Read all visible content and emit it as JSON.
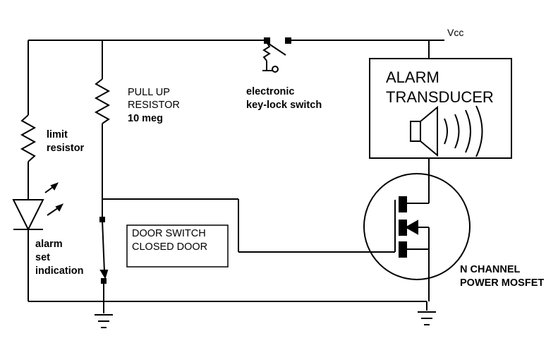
{
  "labels": {
    "vcc": "Vcc",
    "alarm_transducer_line1": "ALARM",
    "alarm_transducer_line2": "TRANSDUCER",
    "pull_up_line1": "PULL UP",
    "pull_up_line2": "RESISTOR",
    "pull_up_value": "10 meg",
    "keylock_line1": "electronic",
    "keylock_line2": "key-lock switch",
    "limit_line1": "limit",
    "limit_line2": "resistor",
    "alarm_set_line1": "alarm",
    "alarm_set_line2": "set",
    "alarm_set_line3": "indication",
    "door_switch_line1": "DOOR SWITCH",
    "door_switch_line2": "CLOSED DOOR",
    "mosfet_line1": "N CHANNEL",
    "mosfet_line2": "POWER MOSFET"
  },
  "components": [
    "limit-resistor",
    "led",
    "pull-up-resistor",
    "keylock-switch",
    "door-switch",
    "alarm-transducer",
    "speaker",
    "n-channel-mosfet",
    "ground",
    "vcc-rail"
  ],
  "colors": {
    "ink": "#000000",
    "background": "#ffffff"
  }
}
